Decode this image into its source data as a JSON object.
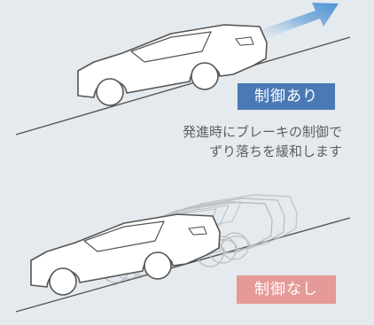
{
  "panel_with_control": {
    "badge_label": "制御あり",
    "badge_color": "#4a7ab5",
    "caption_lines": [
      "発進時にブレーキの制御で",
      "ずり落ちを緩和します"
    ]
  },
  "panel_without_control": {
    "badge_label": "制御なし",
    "badge_color": "#e59a97"
  },
  "colors": {
    "background": "#e5eaee",
    "outline": "#555555",
    "ghost_outline": "#b8bec3",
    "arrow_gradient_start": "#e5eaee",
    "arrow_gradient_end": "#4f94d4"
  },
  "icons": {
    "forward_arrow": "arrow-right-up-icon",
    "car": "sedan-car-icon"
  }
}
